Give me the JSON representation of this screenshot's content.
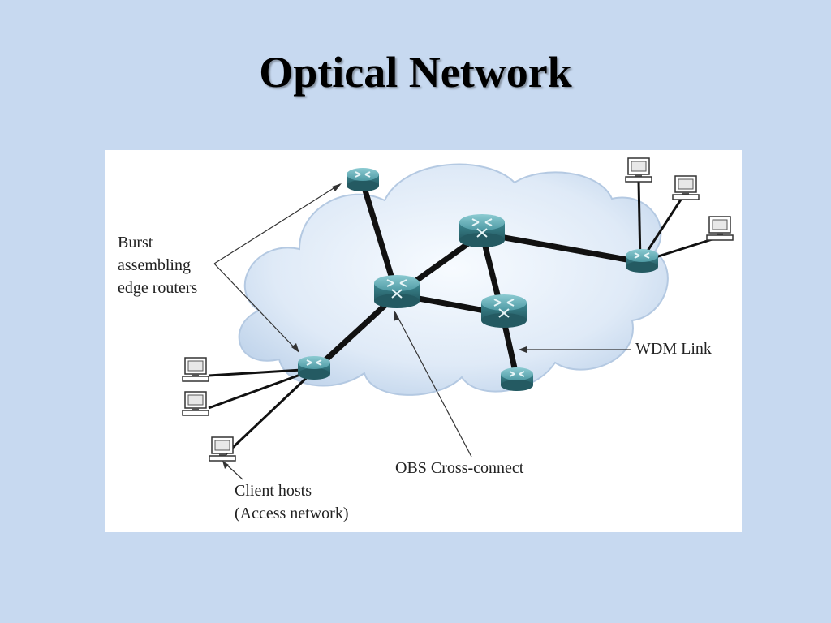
{
  "title": "Optical Network",
  "diagram": {
    "labels": {
      "edge_routers": [
        "Burst",
        "assembling",
        "edge routers"
      ],
      "wdm_link": "WDM Link",
      "obs_cross_connect": "OBS Cross-connect",
      "client_hosts": [
        "Client  hosts",
        "(Access network)"
      ]
    },
    "nodes": [
      {
        "id": "edge-router-top",
        "kind": "edge-router"
      },
      {
        "id": "core-switch-top",
        "kind": "cross-connect"
      },
      {
        "id": "core-switch-center",
        "kind": "cross-connect"
      },
      {
        "id": "core-switch-right",
        "kind": "cross-connect"
      },
      {
        "id": "edge-router-left",
        "kind": "edge-router"
      },
      {
        "id": "edge-router-right",
        "kind": "edge-router"
      },
      {
        "id": "edge-router-bottom",
        "kind": "edge-router"
      }
    ],
    "links": [
      [
        "edge-router-top",
        "core-switch-center"
      ],
      [
        "core-switch-center",
        "core-switch-top"
      ],
      [
        "core-switch-center",
        "core-switch-right"
      ],
      [
        "core-switch-top",
        "core-switch-right"
      ],
      [
        "core-switch-top",
        "edge-router-right"
      ],
      [
        "core-switch-center",
        "edge-router-left"
      ],
      [
        "core-switch-right",
        "edge-router-bottom"
      ]
    ],
    "colors": {
      "router_body": "#3f8a94",
      "cloud_fill": "#dde9f6",
      "link": "#111111",
      "background": "#c7d9f0"
    }
  }
}
